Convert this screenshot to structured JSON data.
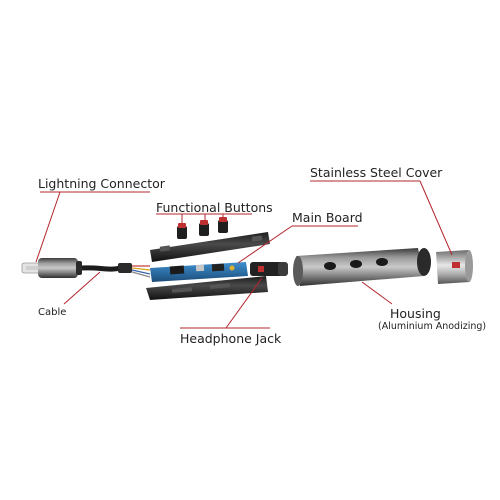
{
  "labels": {
    "lightning_connector": "Lightning Connector",
    "functional_buttons": "Functional Buttons",
    "main_board": "Main Board",
    "stainless_steel_cover": "Stainless Steel Cover",
    "cable": "Cable",
    "housing": "Housing",
    "housing_note": "(Aluminium Anodizing)",
    "headphone_jack": "Headphone Jack"
  },
  "colors": {
    "leader_line": "#b3242c",
    "background": "#ffffff",
    "text": "#222222"
  }
}
